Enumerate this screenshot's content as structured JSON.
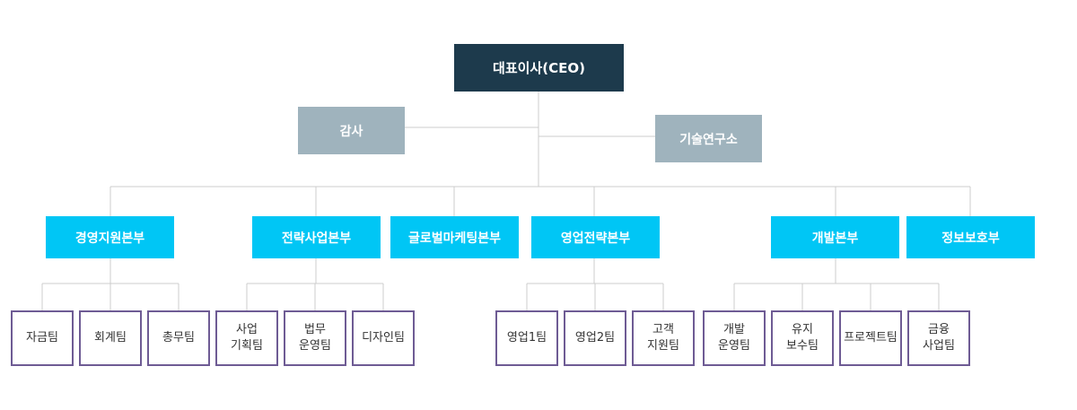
{
  "colors": {
    "ceo_bg": "#1d3a4c",
    "aux_bg": "#9fb3bd",
    "division_bg": "#00c6f5",
    "team_border": "#6e5b94",
    "connector": "#cccccc"
  },
  "ceo": {
    "label": "대표이사(CEO)"
  },
  "auxiliary": [
    {
      "label": "감사"
    },
    {
      "label": "기술연구소"
    }
  ],
  "divisions": [
    {
      "label": "경영지원본부"
    },
    {
      "label": "전략사업본부"
    },
    {
      "label": "글로벌마케팅본부"
    },
    {
      "label": "영업전략본부"
    },
    {
      "label": "개발본부"
    },
    {
      "label": "정보보호부"
    }
  ],
  "teams": [
    {
      "label": "자금팀"
    },
    {
      "label": "회계팀"
    },
    {
      "label": "총무팀"
    },
    {
      "label": "사업\n기획팀"
    },
    {
      "label": "법무\n운영팀"
    },
    {
      "label": "디자인팀"
    },
    {
      "label": "영업1팀"
    },
    {
      "label": "영업2팀"
    },
    {
      "label": "고객\n지원팀"
    },
    {
      "label": "개발\n운영팀"
    },
    {
      "label": "유지\n보수팀"
    },
    {
      "label": "프로젝트팀"
    },
    {
      "label": "금융\n사업팀"
    }
  ]
}
